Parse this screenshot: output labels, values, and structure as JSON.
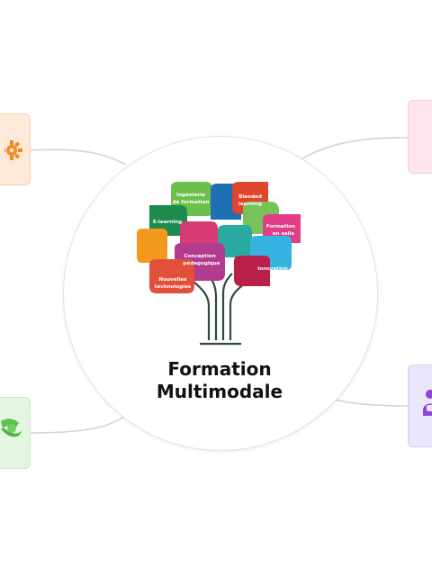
{
  "center": {
    "title_line1": "Formation",
    "title_line2": "Multimodale"
  },
  "tree_labels": {
    "ingenierie_1": "Ingénierie",
    "ingenierie_2": "de formation",
    "blended_1": "Blended",
    "blended_2": "learning",
    "elearning": "E-learning",
    "formation_salle_1": "Formation",
    "formation_salle_2": "en salle",
    "conception_1": "Conception",
    "conception_2": "pédagogique",
    "innovation": "Innovation",
    "nouvelles_1": "Nouvelles",
    "nouvelles_2": "technologies"
  },
  "side_nodes": [
    {
      "position": "top-left",
      "icon": "gear-icon",
      "accent": "#f08a24"
    },
    {
      "position": "bottom-left",
      "icon": "handshake-icon",
      "accent": "#5cc24f"
    },
    {
      "position": "top-right",
      "icon": "",
      "accent": "#f4a7c0"
    },
    {
      "position": "bottom-right",
      "icon": "people-icon",
      "accent": "#8e44d6"
    }
  ]
}
